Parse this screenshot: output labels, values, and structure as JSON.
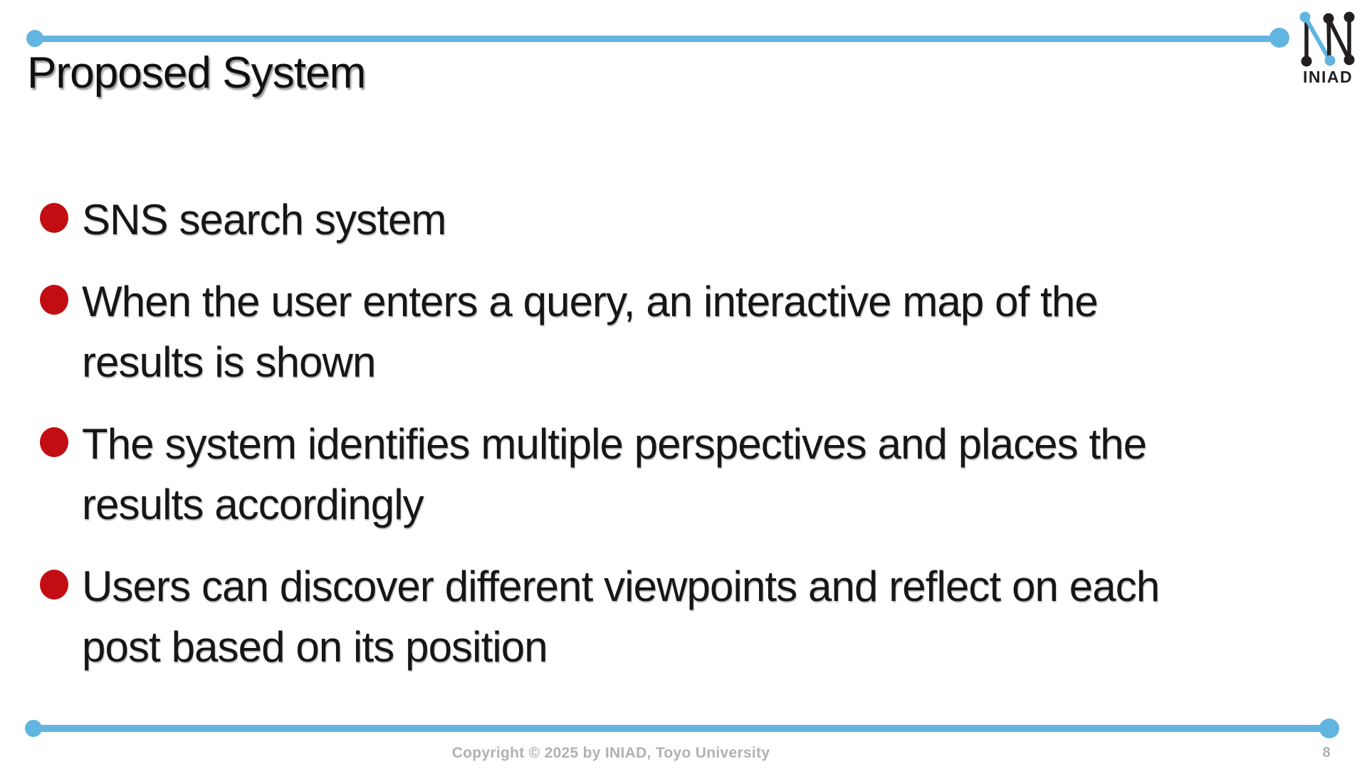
{
  "slide": {
    "title": "Proposed System",
    "bullets": [
      {
        "lines": [
          "SNS search system"
        ]
      },
      {
        "lines": [
          "When the user enters a query, an interactive map of the",
          "results is shown"
        ]
      },
      {
        "lines": [
          "The system identifies multiple perspectives and places the",
          "results accordingly"
        ]
      },
      {
        "lines": [
          "Users can discover different viewpoints and reflect on each",
          "post based on its position"
        ]
      }
    ],
    "logo": {
      "text": "INIAD"
    },
    "footer": {
      "copyright": "Copyright © 2025 by INIAD, Toyo University",
      "page_number": "8"
    },
    "colors": {
      "accent_blue": "#62B5E0",
      "bullet_red": "#C20E12",
      "footer_gray": "#B3B0B0",
      "ink": "#141414"
    }
  }
}
